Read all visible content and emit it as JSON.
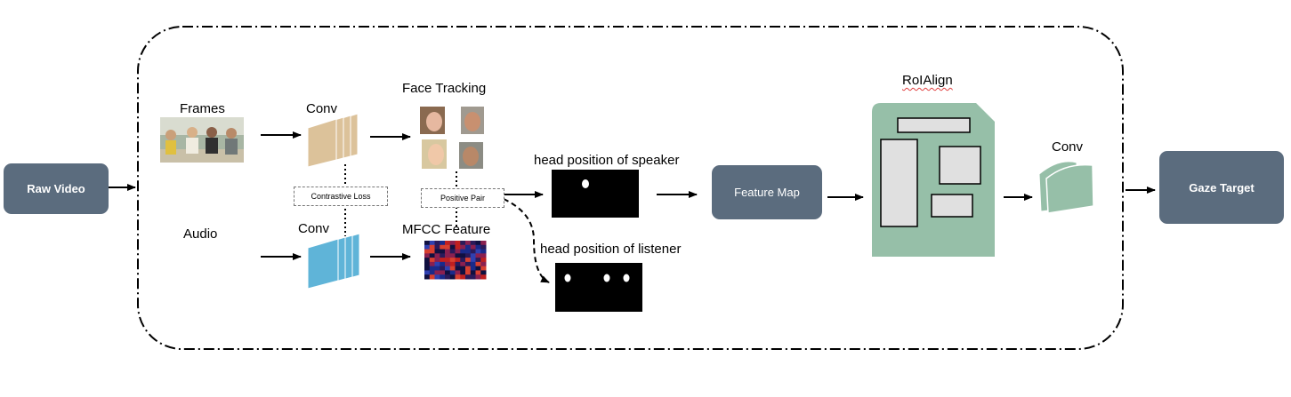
{
  "nodes": {
    "raw_video": "Raw Video",
    "frames": "Frames",
    "audio": "Audio",
    "conv_top": "Conv",
    "conv_bottom": "Conv",
    "face_tracking": "Face Tracking",
    "mfcc_feature": "MFCC Feature",
    "contrastive_loss": "Contrastive Loss",
    "positive_pair": "Positive Pair",
    "head_speaker": "head position of speaker",
    "head_listener": "head position of listener",
    "feature_map": "Feature Map",
    "roialign": "RoIAlign",
    "conv_right": "Conv",
    "gaze_target": "Gaze Target"
  },
  "colors": {
    "box_fill": "#5b6c7e",
    "conv_tan": "#dcc29a",
    "conv_blue": "#5fb4d8",
    "roi_green": "#96bfa8",
    "roi_inner": "#e0e0e0"
  }
}
